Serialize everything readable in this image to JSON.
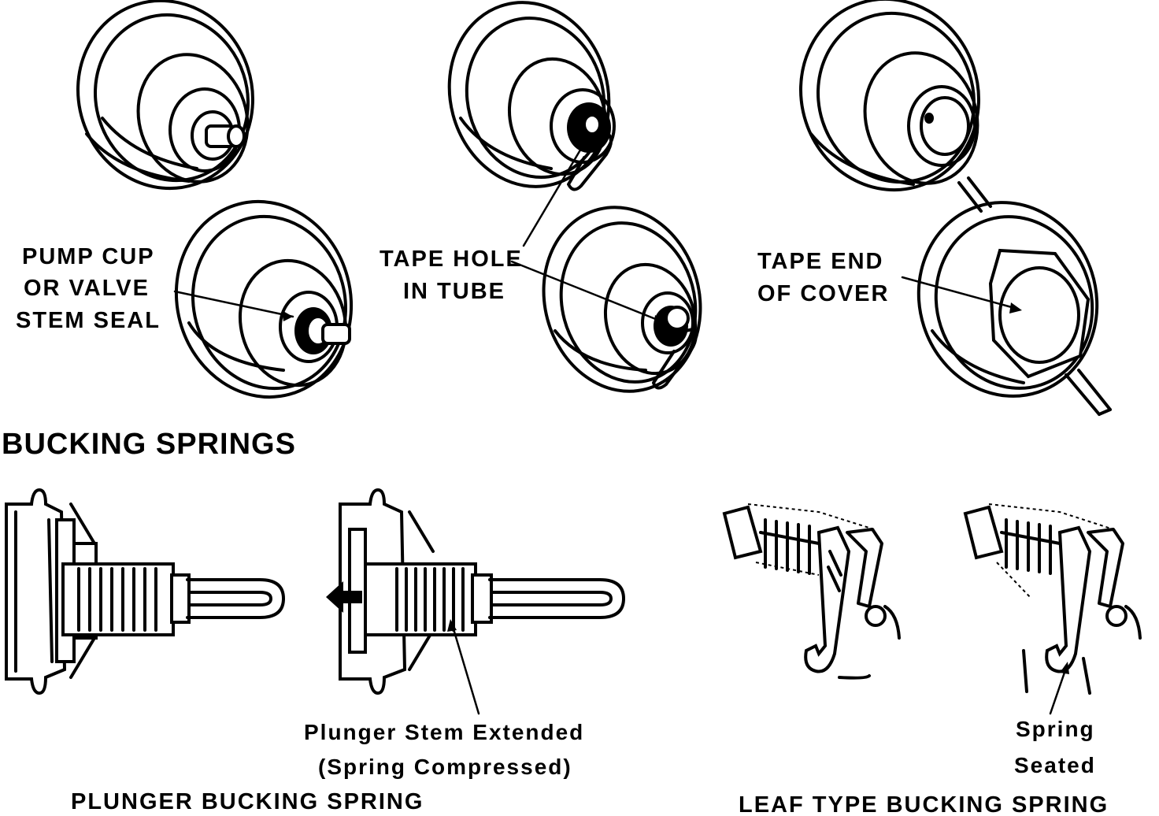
{
  "labels": {
    "pump_cup_line1": "PUMP CUP",
    "pump_cup_line2": "OR VALVE",
    "pump_cup_line3": "STEM SEAL",
    "tape_hole_line1": "TAPE HOLE",
    "tape_hole_line2": "IN TUBE",
    "tape_end_line1": "TAPE END",
    "tape_end_line2": "OF COVER",
    "bucking_springs_heading": "BUCKING SPRINGS",
    "plunger_stem_line1": "Plunger Stem Extended",
    "plunger_stem_line2": "(Spring Compressed)",
    "plunger_caption": "PLUNGER BUCKING SPRING",
    "spring_seated_line1": "Spring",
    "spring_seated_line2": "Seated",
    "leaf_caption": "LEAF TYPE BUCKING SPRING"
  }
}
